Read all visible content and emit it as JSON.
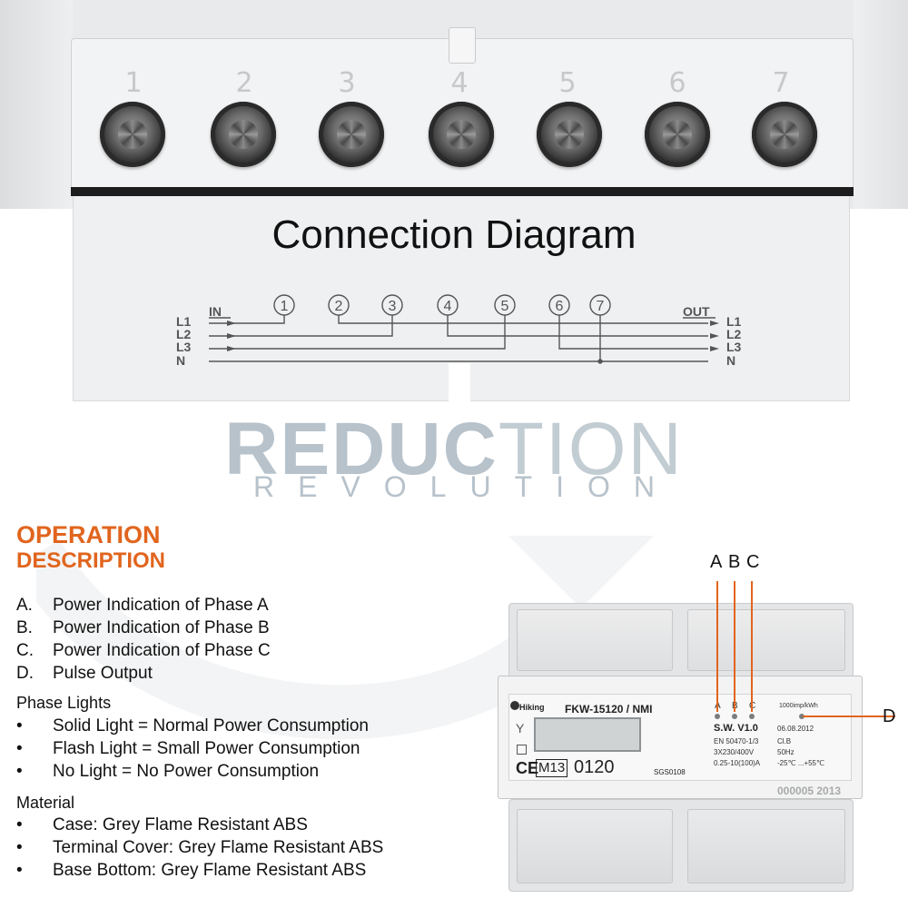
{
  "terminals": {
    "numbers": [
      "1",
      "2",
      "3",
      "4",
      "5",
      "6",
      "7"
    ]
  },
  "diagram": {
    "title": "Connection Diagram",
    "in_label": "IN",
    "out_label": "OUT",
    "circle_numbers": [
      "1",
      "2",
      "3",
      "4",
      "5",
      "6",
      "7"
    ],
    "left_lines": [
      "L1",
      "L2",
      "L3",
      "N"
    ],
    "right_lines": [
      "L1",
      "L2",
      "L3",
      "N"
    ]
  },
  "logo": {
    "bold_part": "REDUC",
    "light_part": "TION",
    "subtitle": "REVOLUTION"
  },
  "operation": {
    "title_line1": "OPERATION",
    "title_line2": "DESCRIPTION",
    "items": [
      {
        "mark": "A.",
        "text": "Power Indication of Phase A"
      },
      {
        "mark": "B.",
        "text": "Power Indication of Phase B"
      },
      {
        "mark": "C.",
        "text": "Power Indication of Phase C"
      },
      {
        "mark": "D.",
        "text": "Pulse Output"
      }
    ],
    "phase_lights_heading": "Phase Lights",
    "phase_lights": [
      {
        "mark": "•",
        "text": "Solid Light = Normal Power Consumption"
      },
      {
        "mark": "•",
        "text": "Flash Light = Small Power Consumption"
      },
      {
        "mark": "•",
        "text": "No Light = No Power Consumption"
      }
    ],
    "material_heading": "Material",
    "materials": [
      {
        "mark": "•",
        "text": "Case: Grey Flame Resistant ABS"
      },
      {
        "mark": "•",
        "text": "Terminal Cover: Grey Flame Resistant ABS"
      },
      {
        "mark": "•",
        "text": "Base Bottom: Grey Flame Resistant ABS"
      }
    ]
  },
  "meter": {
    "brand": "Hiking",
    "model": "FKW-15120 / NMI",
    "phase_labels": [
      "A",
      "B",
      "C"
    ],
    "impulse": "1000imp/kWh",
    "software": "S.W.  V1.0",
    "date": "06.08.2012",
    "spec_left": [
      "EN 50470-1/3",
      "3X230/400V",
      "0.25-10(100)A"
    ],
    "spec_right": [
      "Cl.B",
      "50Hz",
      "-25℃ ...+55℃"
    ],
    "ce": "CE",
    "m13": "M13",
    "code": "0120",
    "sgs": "SGS0108",
    "serial": "000005  2013"
  },
  "callouts": {
    "top": [
      "A",
      "B",
      "C"
    ],
    "right": "D"
  },
  "colors": {
    "accent": "#e1651e",
    "logo": "#b7c2cb",
    "callout_line": "#e1651e"
  }
}
